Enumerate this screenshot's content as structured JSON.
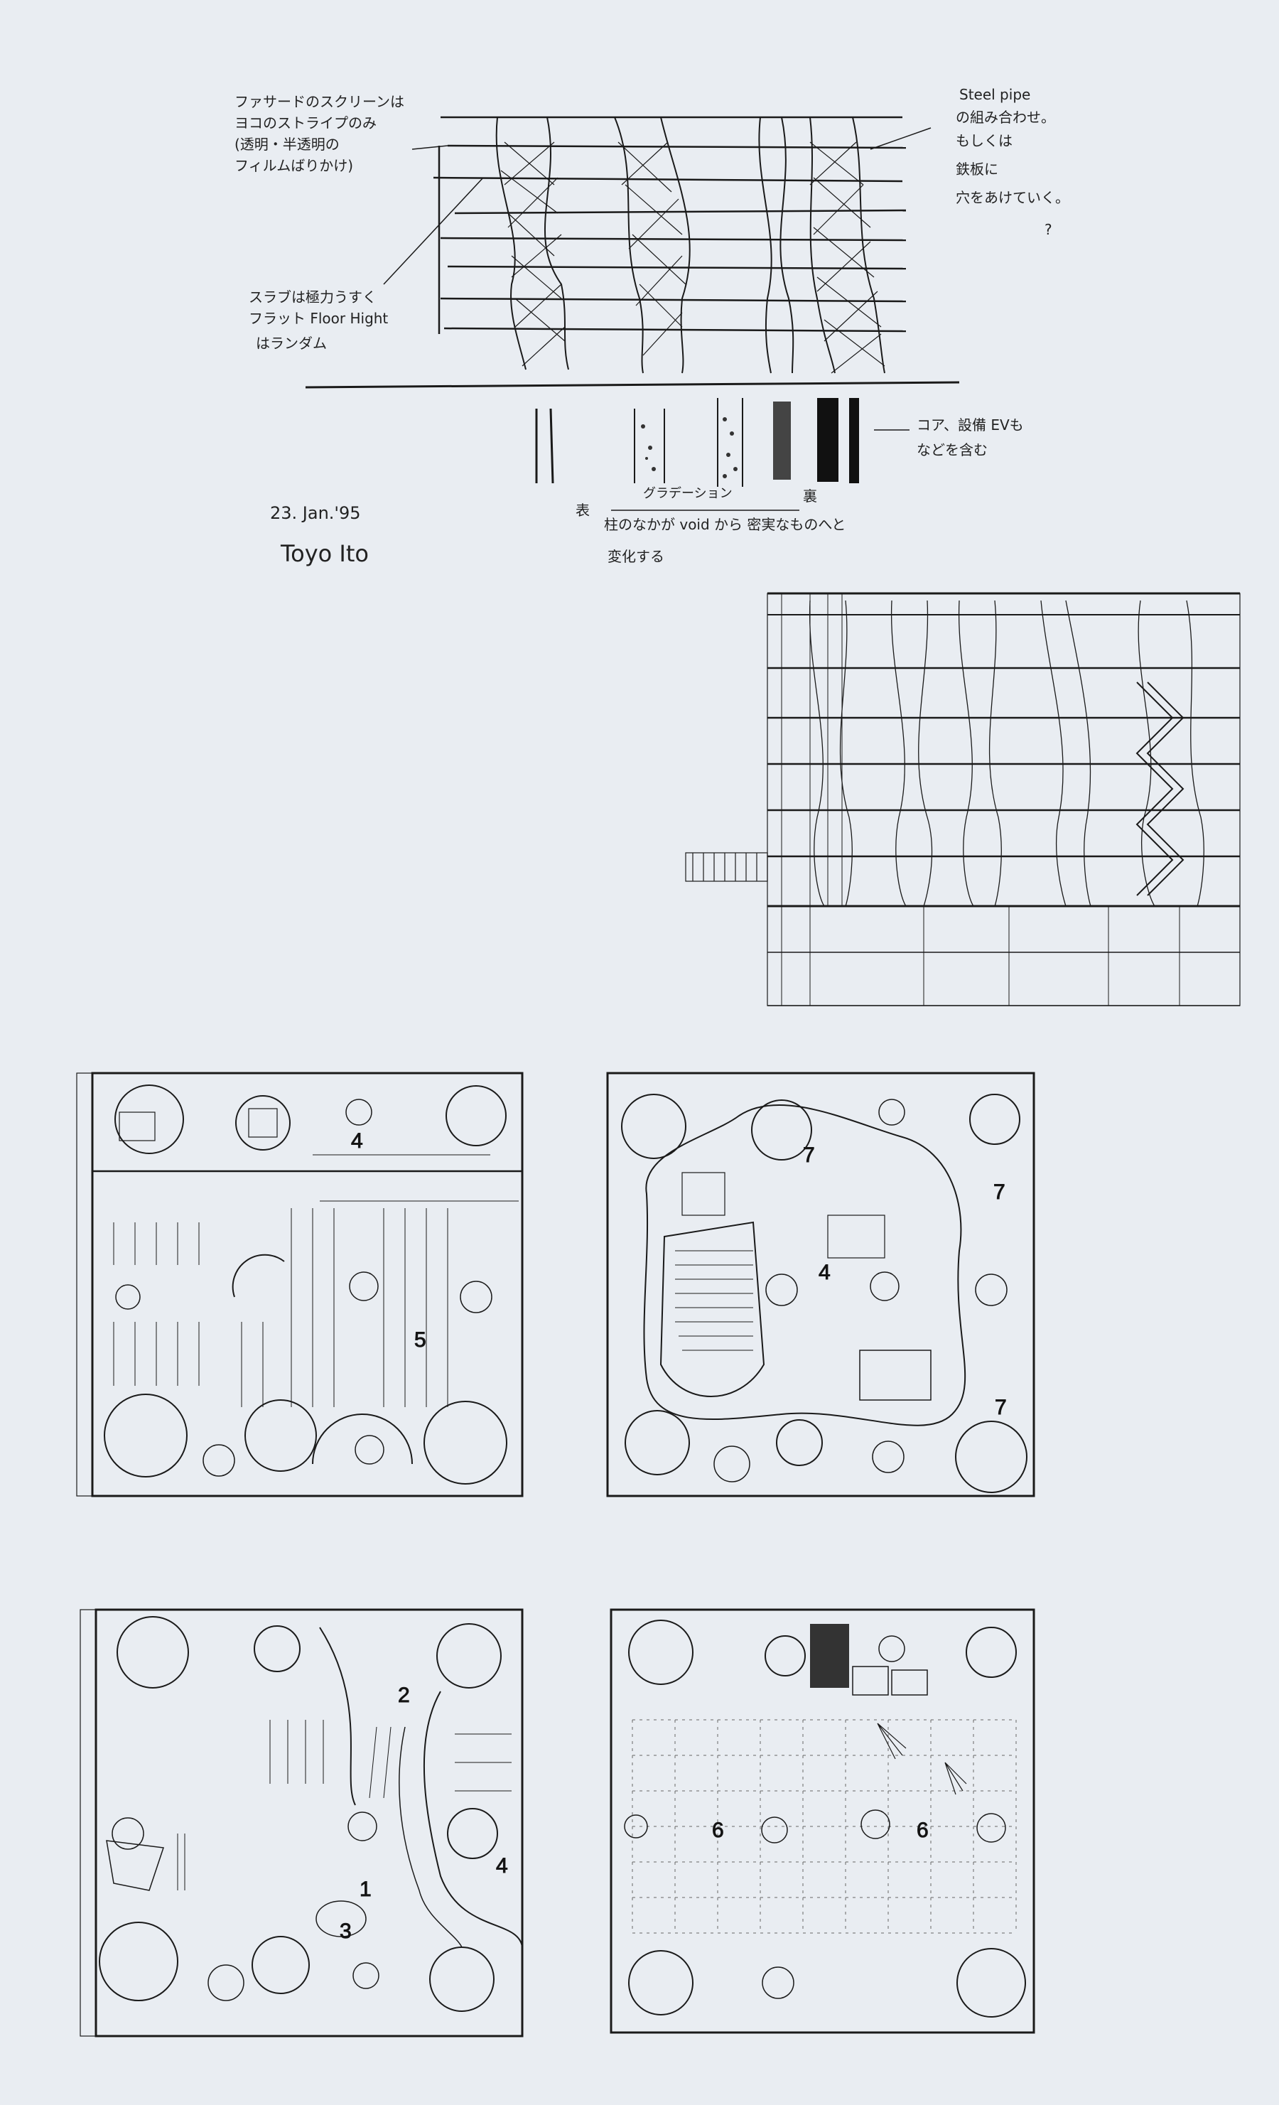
{
  "sketch": {
    "note_left_1": "ファサードのスクリーンは",
    "note_left_2": "ヨコのストライプのみ",
    "note_left_3": "(透明・半透明の",
    "note_left_4": "フィルムばりかけ)",
    "note_slab_1": "スラブは極力うすく",
    "note_slab_2": "フラット Floor Hight",
    "note_slab_3": "はランダム",
    "note_right_1": "Steel pipe",
    "note_right_2": "の組み合わせ。",
    "note_right_3": "もしくは",
    "note_right_4": "鉄板に",
    "note_right_5": "穴をあけていく。",
    "note_right_6": "?",
    "note_core_1": "コア、設備 EVも",
    "note_core_2": "などを含む",
    "gradation": "グラデーション",
    "left_marker": "表",
    "right_marker": "裏",
    "change_1": "柱のなかが void から 密実なものへと",
    "change_2": "変化する",
    "signature_date": "23. Jan.'95",
    "signature_name": "Toyo Ito"
  },
  "plans": {
    "upper_left": {
      "labels": [
        "4",
        "5"
      ]
    },
    "upper_right": {
      "labels": [
        "7",
        "7",
        "4",
        "7"
      ]
    },
    "lower_left": {
      "labels": [
        "2",
        "4",
        "1",
        "3"
      ]
    },
    "lower_right": {
      "labels": [
        "6",
        "6"
      ]
    }
  },
  "colors": {
    "background": "#e9edf2",
    "ink": "#1a1a1a"
  }
}
